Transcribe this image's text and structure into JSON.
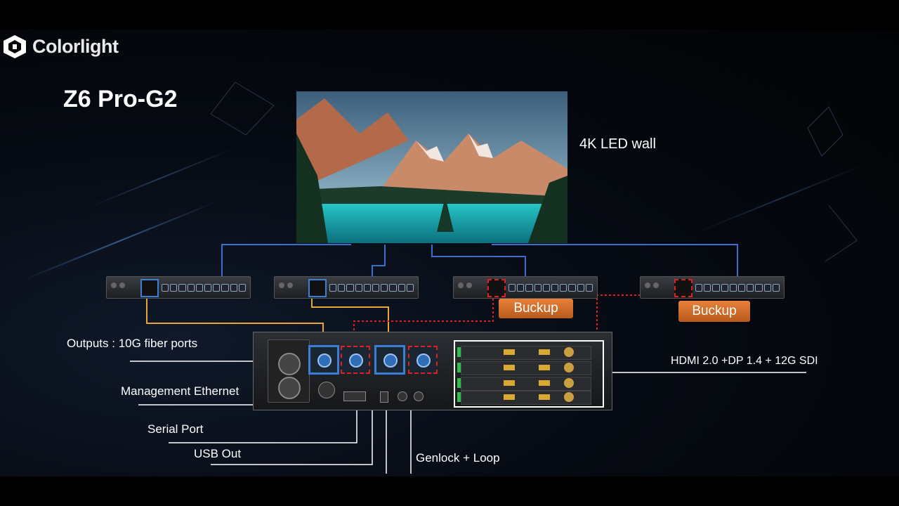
{
  "brand": {
    "name": "Colorlight"
  },
  "title": "Z6 Pro-G2",
  "labels": {
    "led_wall": "4K LED wall",
    "outputs": "Outputs : 10G fiber ports",
    "management": "Management Ethernet",
    "serial": "Serial Port",
    "usb": "USB Out",
    "genlock": "Genlock + Loop",
    "inputs": "HDMI 2.0 +DP 1.4 + 12G SDI"
  },
  "backup_label": "Buckup",
  "colors": {
    "primary_link": "#3a7fd5",
    "fiber_link": "#e8a63a",
    "backup_link": "#e02020",
    "backup_badge": "#d46a26"
  },
  "icons": {
    "brand": "colorlight-cube-icon"
  }
}
